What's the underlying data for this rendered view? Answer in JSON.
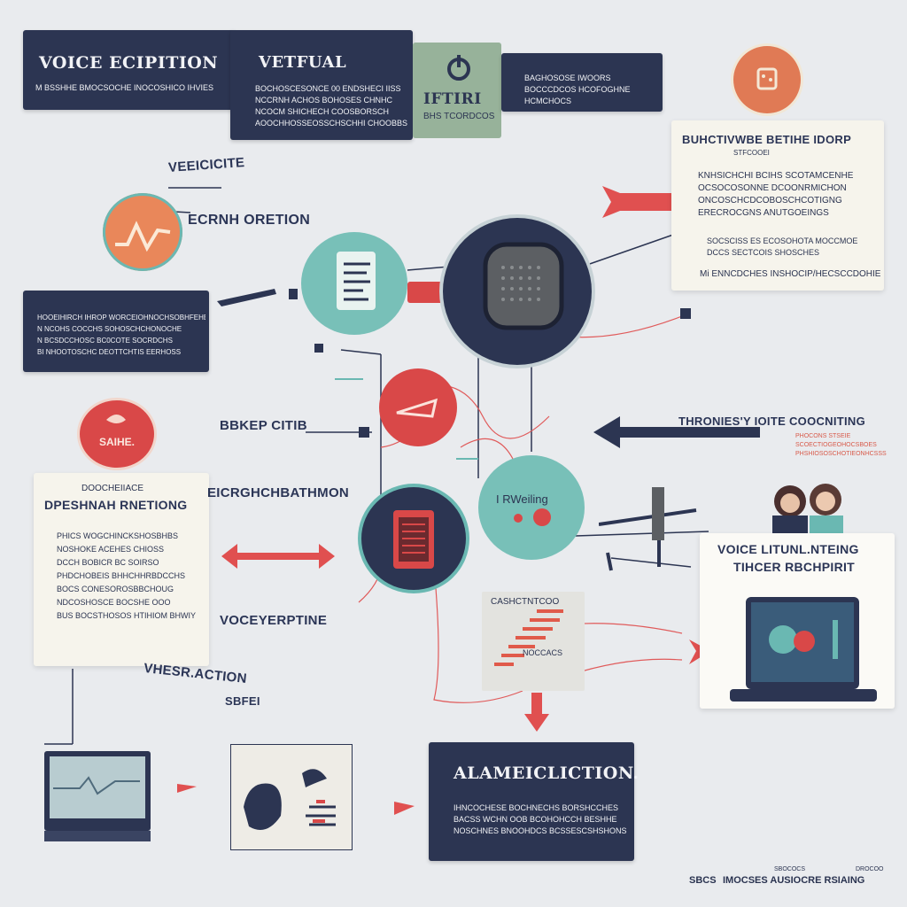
{
  "top": {
    "card1": {
      "title": "VOICE ECIPITION",
      "text": "M BSSHHE BMOCSOCHE INOCOSHICO IHVIES"
    },
    "card2": {
      "title": "VETFUAL",
      "lines": [
        "BOCHOSCESONCE 00 ENDSHECI IISS",
        "NCCRNH ACHOS BOHOSES CHNHC",
        "NCOCM SHICHECH COOSBORSCH",
        "AOOCHHOSSEOSSCHSCHHI CHOOBBS"
      ]
    },
    "card3": {
      "title": "IFTIRI",
      "subtitle": "BHS TCORDCOS"
    },
    "card4": {
      "text": "BAGHOSOSE IWOORS BOCCCDCOS HCOFOGHNE HCMCHOCS"
    }
  },
  "right_card": {
    "title": "BUHCTIVWBE BETIHE IDORP",
    "subtitle": "STFCOOEI",
    "lines": [
      "KNHSICHCHI BCIHS SCOTAMCENHE",
      "OCSOCOSONNE DCOONRMICHON",
      "ONCOSCHCDCOBOSCHCOTIGNG",
      "ERECROCGNS ANUTGOEINGS"
    ],
    "footer1": "SOCSCISS ES ECOSOHOTA MOCCMOE",
    "footer2": "DCCS SECTCOIS SHOSCHES",
    "footer3": "Mi ENNCDCHES INSHOCIP/HECSCCDOHIE"
  },
  "labels": {
    "veeicite": "VEEICICITE",
    "ecrnh": "ECRNH ORETION",
    "bbkep": "BBKEP CITIB",
    "eicrgh": "EICRGHCHBATHMON",
    "voceyerp": "VOCEYERPTINE",
    "vhesr": "VHESR.ACTION",
    "sbfei": "SBFEI",
    "thronies": "THRONIES'Y IOITE COOCNITING",
    "thronies_sub1": "PHOCONS STSEIE",
    "thronies_sub2": "SCOECTIOGEOHOCSBOES",
    "thronies_sub3": "PHSHIOSOSCHOTIEONHCSSS",
    "cashoe": "CASHCTNTCOO",
    "nocaes": "NOCCACS",
    "bottom_left": "SBCS",
    "bottom_right": "IMOCSES AUSIOCRE RSIAING",
    "bottom_small1": "SBOCOCS",
    "bottom_small2": "DROCOO",
    "saihe": "SAIHE."
  },
  "left_card": {
    "lines": [
      "HOOEIHIRCH IHROP WORCEIOHNOCHSOBHFEHEI",
      "N NCOHS COCCHS SOHOSCHCHONOCHE",
      "N BCSDCCHOSC BC0COTE SOCRDCHS",
      "BI NHOOTOSCHC DEOTTCHTIS EERHOSS"
    ]
  },
  "paper_left": {
    "small": "DOOCHEIIACE",
    "title": "DPESHNAH RNETIONG",
    "lines": [
      "PHICS WOGCHINCKSHOSBHBS",
      "NOSHOKE ACEHES CHIOSS",
      "DCCH BOBICR BC SOIRSO",
      "PHDCHOBEIS BHHCHHRBDCCHS",
      "BOCS CONESOROSBBCHOUG",
      "NDCOSHOSCE BOCSHE OOO",
      "BUS BOCSTHOSOS HTIHIOM BHWIY"
    ]
  },
  "voice_card": {
    "title1": "VOICE LITUNL.NTEING",
    "title2": "TIHCER RBCHPIRIT"
  },
  "bottom_card": {
    "title": "ALAMEICLICTION.",
    "lines": [
      "IHNCOCHESE BOCHNECHS BORSHCCHES",
      "BACSS WCHN OOB BCOHOHCCH BESHHE",
      "NOSCHNES BNOOHDCS BCSSESCSHSHONS"
    ]
  },
  "mic_card": {
    "label": "I RWeiling"
  },
  "colors": {
    "navy": "#2c3552",
    "red": "#dc4a4a",
    "teal": "#6ab8b2",
    "orange": "#e9875a",
    "paper": "#f6f4ec",
    "sage": "#97b29a"
  }
}
